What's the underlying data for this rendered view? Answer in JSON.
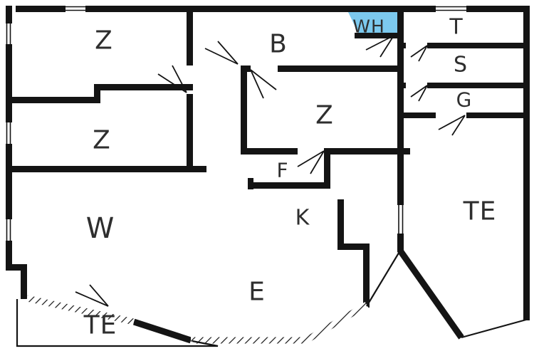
{
  "colors": {
    "wall": "#141414",
    "wh_highlight": "#7cc9ee",
    "background": "#ffffff",
    "label": "#2e2e2e"
  },
  "rooms": [
    {
      "id": "z-top-left",
      "label": "Z"
    },
    {
      "id": "z-mid-left",
      "label": "Z"
    },
    {
      "id": "b",
      "label": "B"
    },
    {
      "id": "wh",
      "label": "WH"
    },
    {
      "id": "t",
      "label": "T"
    },
    {
      "id": "s",
      "label": "S"
    },
    {
      "id": "g",
      "label": "G"
    },
    {
      "id": "z-center",
      "label": "Z"
    },
    {
      "id": "f",
      "label": "F"
    },
    {
      "id": "k",
      "label": "K"
    },
    {
      "id": "w",
      "label": "W"
    },
    {
      "id": "te-right",
      "label": "TE"
    },
    {
      "id": "e",
      "label": "E"
    },
    {
      "id": "te-bottom",
      "label": "TE"
    }
  ]
}
